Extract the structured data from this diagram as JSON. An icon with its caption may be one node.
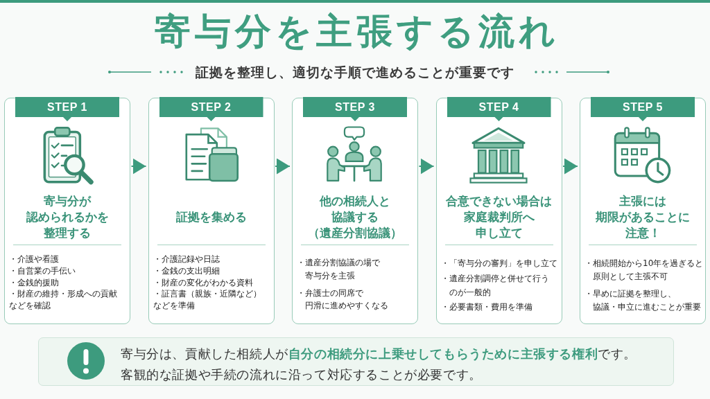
{
  "diagram": {
    "title": "寄与分を主張する流れ",
    "nodes": [
      {
        "text": [
          "寄与分が認められるかを整理する",
          "・介護や看護",
          "・自営業の手伝い",
          "・金銭的援助",
          "・財産の維持・形成への貢献",
          "などを確認"
        ]
      },
      {
        "text": [
          "STEP 1"
        ],
        "in": 0
      },
      {
        "text": [
          "証拠を集める",
          "・介護記録や日誌",
          "・金銭の支出明細",
          "・財産の変化がわかる資料",
          "・証言書（親族・近隣など）",
          "などを準備"
        ]
      },
      {
        "text": [
          "STEP 2"
        ],
        "in": 2
      },
      {
        "text": [
          "他の相続人と協議する（遺産分割協議）",
          "・遺産分割協議の場で寄与分を主張",
          "・弁護士の同席で円滑に進めやすくなる"
        ]
      },
      {
        "text": [
          "STEP 3"
        ],
        "in": 4
      },
      {
        "text": [
          "合意できない場合は家庭裁判所へ申し立て",
          "・「寄与分の審判」を申し立て",
          "・遺産分割調停と併せて行うのが一般的",
          "・必要書類・費用を準備"
        ]
      },
      {
        "text": [
          "STEP 4"
        ],
        "in": 6
      },
      {
        "text": [
          "主張には期限があることに注意！",
          "・相続開始から10年を過ぎると原則として主張不可",
          "・早めに証拠を整理し、協議・申立に進むことが重要"
        ]
      },
      {
        "text": [
          "STEP 5"
        ],
        "in": 8
      },
      {
        "text": [
          "寄与分は、貢献した相続人が**自分の相続分に上乗せしてもらうために主張する権利**です。",
          "客観的な証拠や手続の流れに沿って対応することが必要です。"
        ]
      }
    ],
    "edges": [
      {
        "from": 0,
        "to": 2,
        "arrow": "to"
      },
      {
        "from": 2,
        "to": 4,
        "arrow": "to"
      },
      {
        "from": 4,
        "to": 6,
        "arrow": "to"
      },
      {
        "from": 6,
        "to": 8,
        "arrow": "to"
      }
    ],
    "labels": [
      "証拠を整理し、適切な手順で進めることが重要です"
    ]
  }
}
